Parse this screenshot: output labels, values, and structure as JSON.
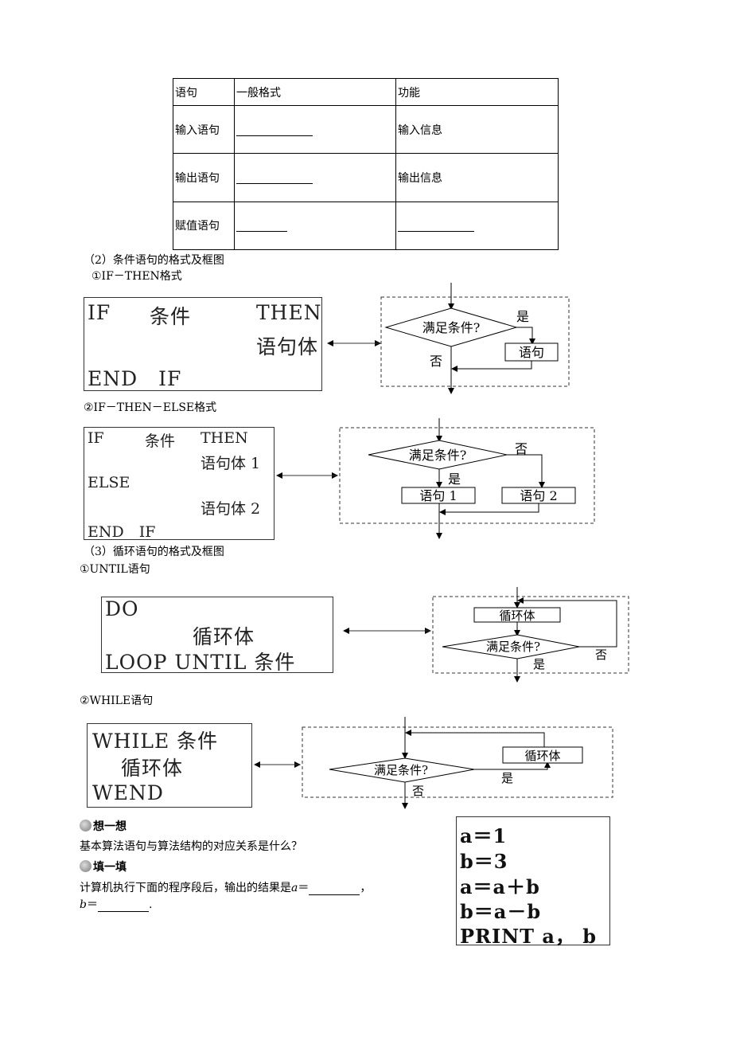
{
  "table": {
    "headers": [
      "语句",
      "一般格式",
      "功能"
    ],
    "rows": [
      {
        "name": "输入语句",
        "function": "输入信息"
      },
      {
        "name": "输出语句",
        "function": "输出信息"
      },
      {
        "name": "赋值语句",
        "function": ""
      }
    ]
  },
  "section2": {
    "heading": "（2）条件语句的格式及框图",
    "if_then": {
      "label": "①IF－THEN格式",
      "code": {
        "if_kw": "IF",
        "cond": "条件",
        "then_kw": "THEN",
        "body": "语句体",
        "end": "END　IF"
      },
      "flow": {
        "condition": "满足条件?",
        "yes": "是",
        "no": "否",
        "stmt": "语句"
      }
    },
    "if_then_else": {
      "label": "②IF－THEN－ELSE格式",
      "code": {
        "if_kw": "IF",
        "cond": "条件",
        "then_kw": "THEN",
        "body1": "语句体 1",
        "else_kw": "ELSE",
        "body2": "语句体 2",
        "end": "END　IF"
      },
      "flow": {
        "condition": "满足条件?",
        "yes": "是",
        "no": "否",
        "stmt1": "语句 1",
        "stmt2": "语句 2"
      }
    }
  },
  "section3": {
    "heading": "（3）循环语句的格式及框图",
    "until": {
      "label": "①UNTIL语句",
      "code": {
        "line1": "DO",
        "line2": "循环体",
        "line3": "LOOP UNTIL 条件"
      },
      "flow": {
        "body": "循环体",
        "condition": "满足条件?",
        "yes": "是",
        "no": "否"
      }
    },
    "while": {
      "label": "②WHILE语句",
      "code": {
        "line1": "WHILE 条件",
        "line2": "循环体",
        "line3": "WEND"
      },
      "flow": {
        "body": "循环体",
        "condition": "满足条件?",
        "yes": "是",
        "no": "否"
      }
    }
  },
  "think": {
    "title": "想一想",
    "question": "基本算法语句与算法结构的对应关系是什么？"
  },
  "fill": {
    "title": "填一填",
    "text_before": "计算机执行下面的程序段后，输出的结果是",
    "var_a": "a",
    "eq": "＝",
    "comma": "，",
    "var_b": "b",
    "period": "."
  },
  "program": [
    "a＝1",
    "b＝3",
    "a＝a＋b",
    "b＝a－b",
    "PRINT a，  b"
  ]
}
